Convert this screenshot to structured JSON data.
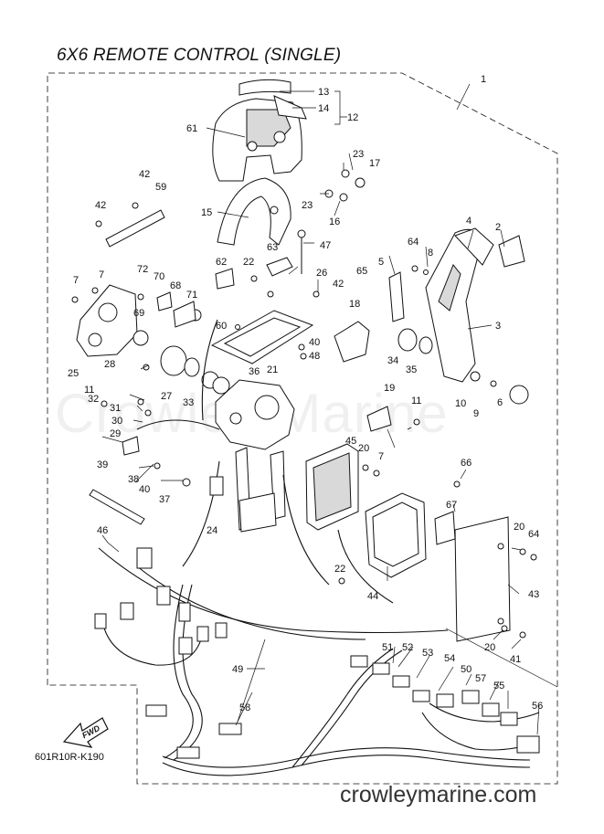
{
  "title": "6X6 REMOTE CONTROL (SINGLE)",
  "diagram_code": "601R10R-K190",
  "website": "crowleymarine.com",
  "watermark": "Crowley Marine",
  "fwd_label": "FWD",
  "colors": {
    "ink": "#111111",
    "background": "#ffffff",
    "website": "#333333"
  },
  "callouts": [
    "1",
    "2",
    "3",
    "4",
    "5",
    "6",
    "7",
    "7",
    "7",
    "8",
    "9",
    "10",
    "11",
    "11",
    "12",
    "13",
    "14",
    "15",
    "16",
    "17",
    "18",
    "19",
    "20",
    "20",
    "20",
    "21",
    "22",
    "22",
    "23",
    "23",
    "24",
    "25",
    "26",
    "27",
    "28",
    "29",
    "30",
    "31",
    "32",
    "33",
    "34",
    "35",
    "36",
    "37",
    "38",
    "39",
    "40",
    "40",
    "41",
    "42",
    "42",
    "42",
    "43",
    "44",
    "45",
    "46",
    "47",
    "48",
    "49",
    "50",
    "51",
    "52",
    "53",
    "54",
    "55",
    "56",
    "57",
    "58",
    "59",
    "60",
    "61",
    "62",
    "63",
    "64",
    "64",
    "65",
    "66",
    "67",
    "68",
    "69",
    "70",
    "71",
    "72"
  ]
}
